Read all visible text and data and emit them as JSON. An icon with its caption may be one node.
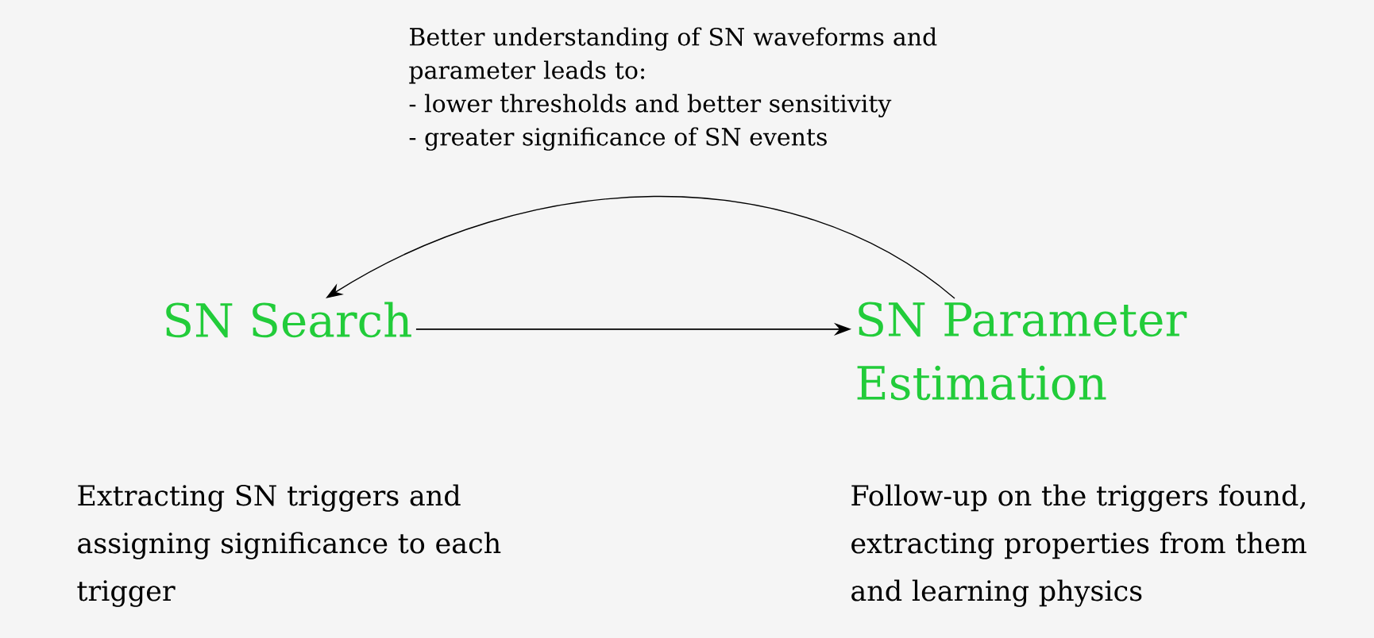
{
  "diagram": {
    "nodes": [
      {
        "text": [
          "SN Search"
        ]
      },
      {
        "text": [
          "SN Parameter Estimation"
        ]
      }
    ],
    "edges": [
      {
        "from": 0,
        "to": 1,
        "arrow": "to"
      },
      {
        "from": 1,
        "to": 0,
        "arrow": "to"
      }
    ],
    "labels": [
      "Better understanding of SN waveforms and parameter leads to:",
      "- lower thresholds and better sensitivity",
      "- greater significance of SN events",
      "Extracting SN triggers and assigning significance to each trigger",
      "Follow-up on the triggers found, extracting properties from them and learning physics"
    ]
  }
}
